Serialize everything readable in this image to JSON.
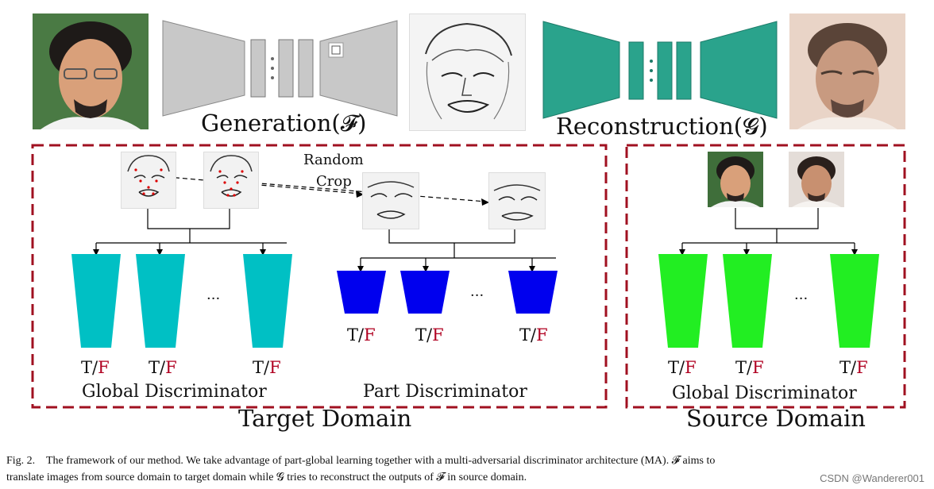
{
  "generation_label": "Generation(𝓕)",
  "reconstruction_label": "Reconstruction(𝓖)",
  "random_crop_line1": "Random",
  "random_crop_line2": "Crop",
  "tf_t": "T/",
  "tf_f": "F",
  "ellipsis": "···",
  "target": {
    "global_label": "Global Discriminator",
    "part_label": "Part Discriminator",
    "domain_label": "Target Domain"
  },
  "source": {
    "global_label": "Global Discriminator",
    "domain_label": "Source Domain"
  },
  "caption": {
    "fig": "Fig. 2.",
    "line1": "The framework of our method. We take advantage of part-global learning together with a multi-adversarial discriminator architecture (MA). 𝓕 aims to",
    "line2": "translate images from source domain to target domain while 𝓖 tries to reconstruct the outputs of 𝓕 in source domain."
  },
  "watermark": "CSDN @Wanderer001",
  "colors": {
    "generator": "#c8c8c8",
    "reconstructor": "#2aa38c",
    "target_global_disc": "#00c0c4",
    "part_disc": "#0000ee",
    "source_global_disc": "#22ee22",
    "dashed_box": "#a01020",
    "false_text": "#b00020"
  }
}
